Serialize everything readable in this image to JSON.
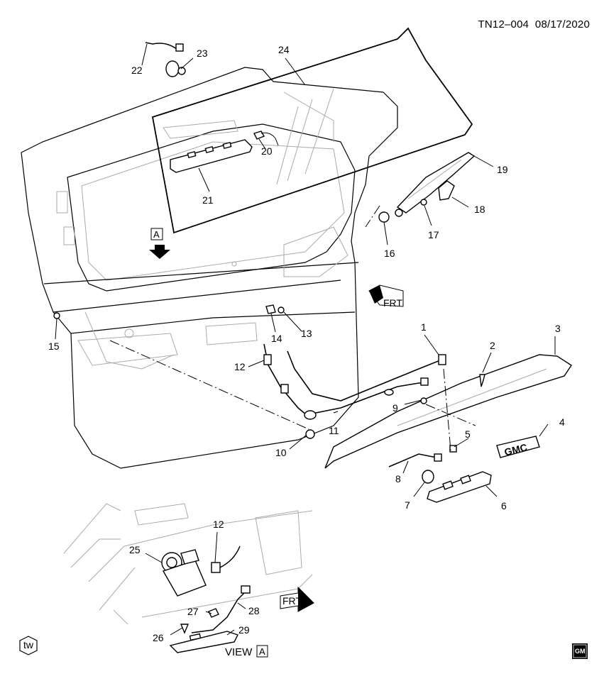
{
  "header": {
    "doc_id": "TN12–004",
    "date": "08/17/2020"
  },
  "callouts": {
    "c1": "1",
    "c2": "2",
    "c3": "3",
    "c4": "4",
    "c5": "5",
    "c6": "6",
    "c7": "7",
    "c8": "8",
    "c9": "9",
    "c10": "10",
    "c11": "11",
    "c12": "12",
    "c13": "13",
    "c14": "14",
    "c15": "15",
    "c16": "16",
    "c17": "17",
    "c18": "18",
    "c19": "19",
    "c20": "20",
    "c21": "21",
    "c22": "22",
    "c23": "23",
    "c24": "24",
    "c25": "25",
    "c26": "26",
    "c27": "27",
    "c28": "28",
    "c29": "29",
    "c12b": "12"
  },
  "view_marker": "A",
  "view_label": {
    "prefix": "VIEW",
    "letter": "A"
  },
  "direction_labels": {
    "frt_main": "FRT",
    "frt_view": "FRT"
  },
  "badges": {
    "tw": "tw",
    "gm": "GM",
    "emblem_text": "GMC"
  }
}
